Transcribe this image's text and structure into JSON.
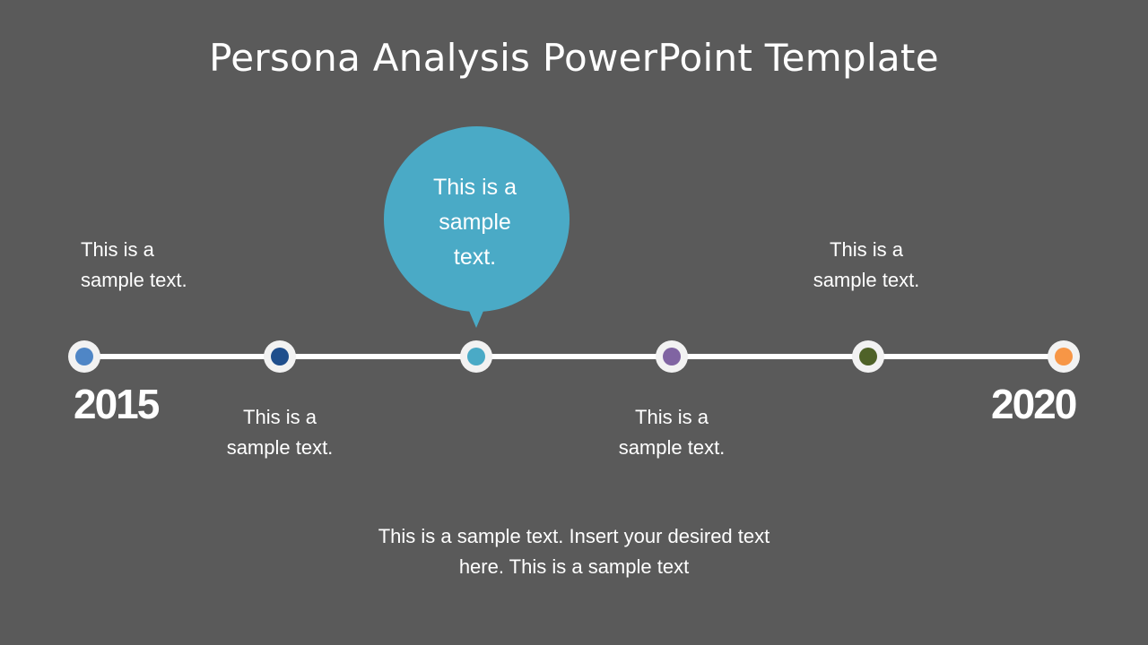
{
  "title": "Persona Analysis PowerPoint Template",
  "timeline": {
    "start_year": "2015",
    "end_year": "2020",
    "line_color": "#ffffff",
    "nodes": [
      {
        "color": "#4f86c6",
        "label_line1": "This is a",
        "label_line2": "sample text.",
        "label_position": "above"
      },
      {
        "color": "#1f4e8c",
        "label_line1": "This is a",
        "label_line2": "sample text.",
        "label_position": "below"
      },
      {
        "color": "#4aaac6",
        "label_line1": "This is a",
        "label_line2": "sample",
        "label_line3": "text.",
        "label_position": "bubble"
      },
      {
        "color": "#8064a2",
        "label_line1": "This is a",
        "label_line2": "sample text.",
        "label_position": "below"
      },
      {
        "color": "#4f6228",
        "label_line1": "This is a",
        "label_line2": "sample text.",
        "label_position": "above"
      },
      {
        "color": "#f79646",
        "label_position": "none"
      }
    ]
  },
  "footer": {
    "line1": "This is a sample text. Insert your desired text",
    "line2": "here. This is a sample text"
  }
}
